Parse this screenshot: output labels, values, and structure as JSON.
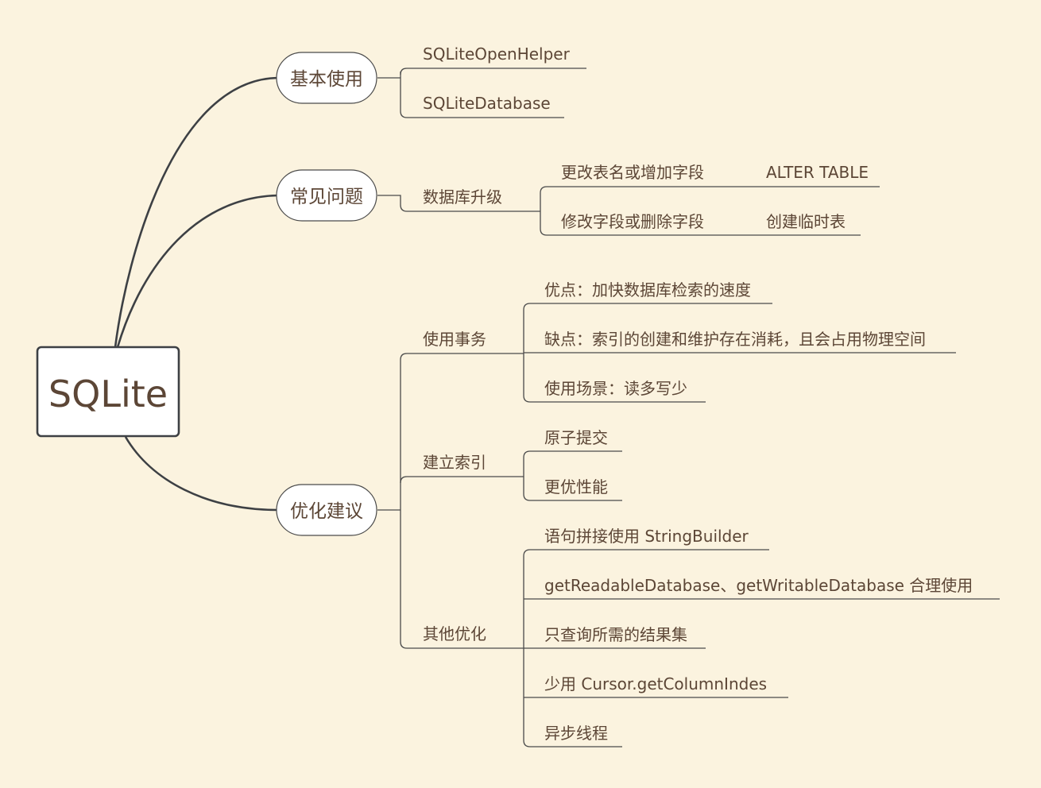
{
  "root": "SQLite",
  "branches": {
    "basic": {
      "label": "基本使用",
      "items": [
        "SQLiteOpenHelper",
        "SQLiteDatabase"
      ]
    },
    "issues": {
      "label": "常见问题",
      "topic": "数据库升级",
      "items": [
        {
          "label": "更改表名或增加字段",
          "detail": "ALTER TABLE"
        },
        {
          "label": "修改字段或删除字段",
          "detail": "创建临时表"
        }
      ]
    },
    "optimize": {
      "label": "优化建议",
      "groups": [
        {
          "label": "使用事务",
          "items": [
            "优点：加快数据库检索的速度",
            "缺点：索引的创建和维护存在消耗，且会占用物理空间",
            "使用场景：读多写少"
          ]
        },
        {
          "label": "建立索引",
          "items": [
            "原子提交",
            "更优性能"
          ]
        },
        {
          "label": "其他优化",
          "items": [
            "语句拼接使用 StringBuilder",
            "getReadableDatabase、getWritableDatabase 合理使用",
            "只查询所需的结果集",
            "少用 Cursor.getColumnIndes",
            "异步线程"
          ]
        }
      ]
    }
  }
}
